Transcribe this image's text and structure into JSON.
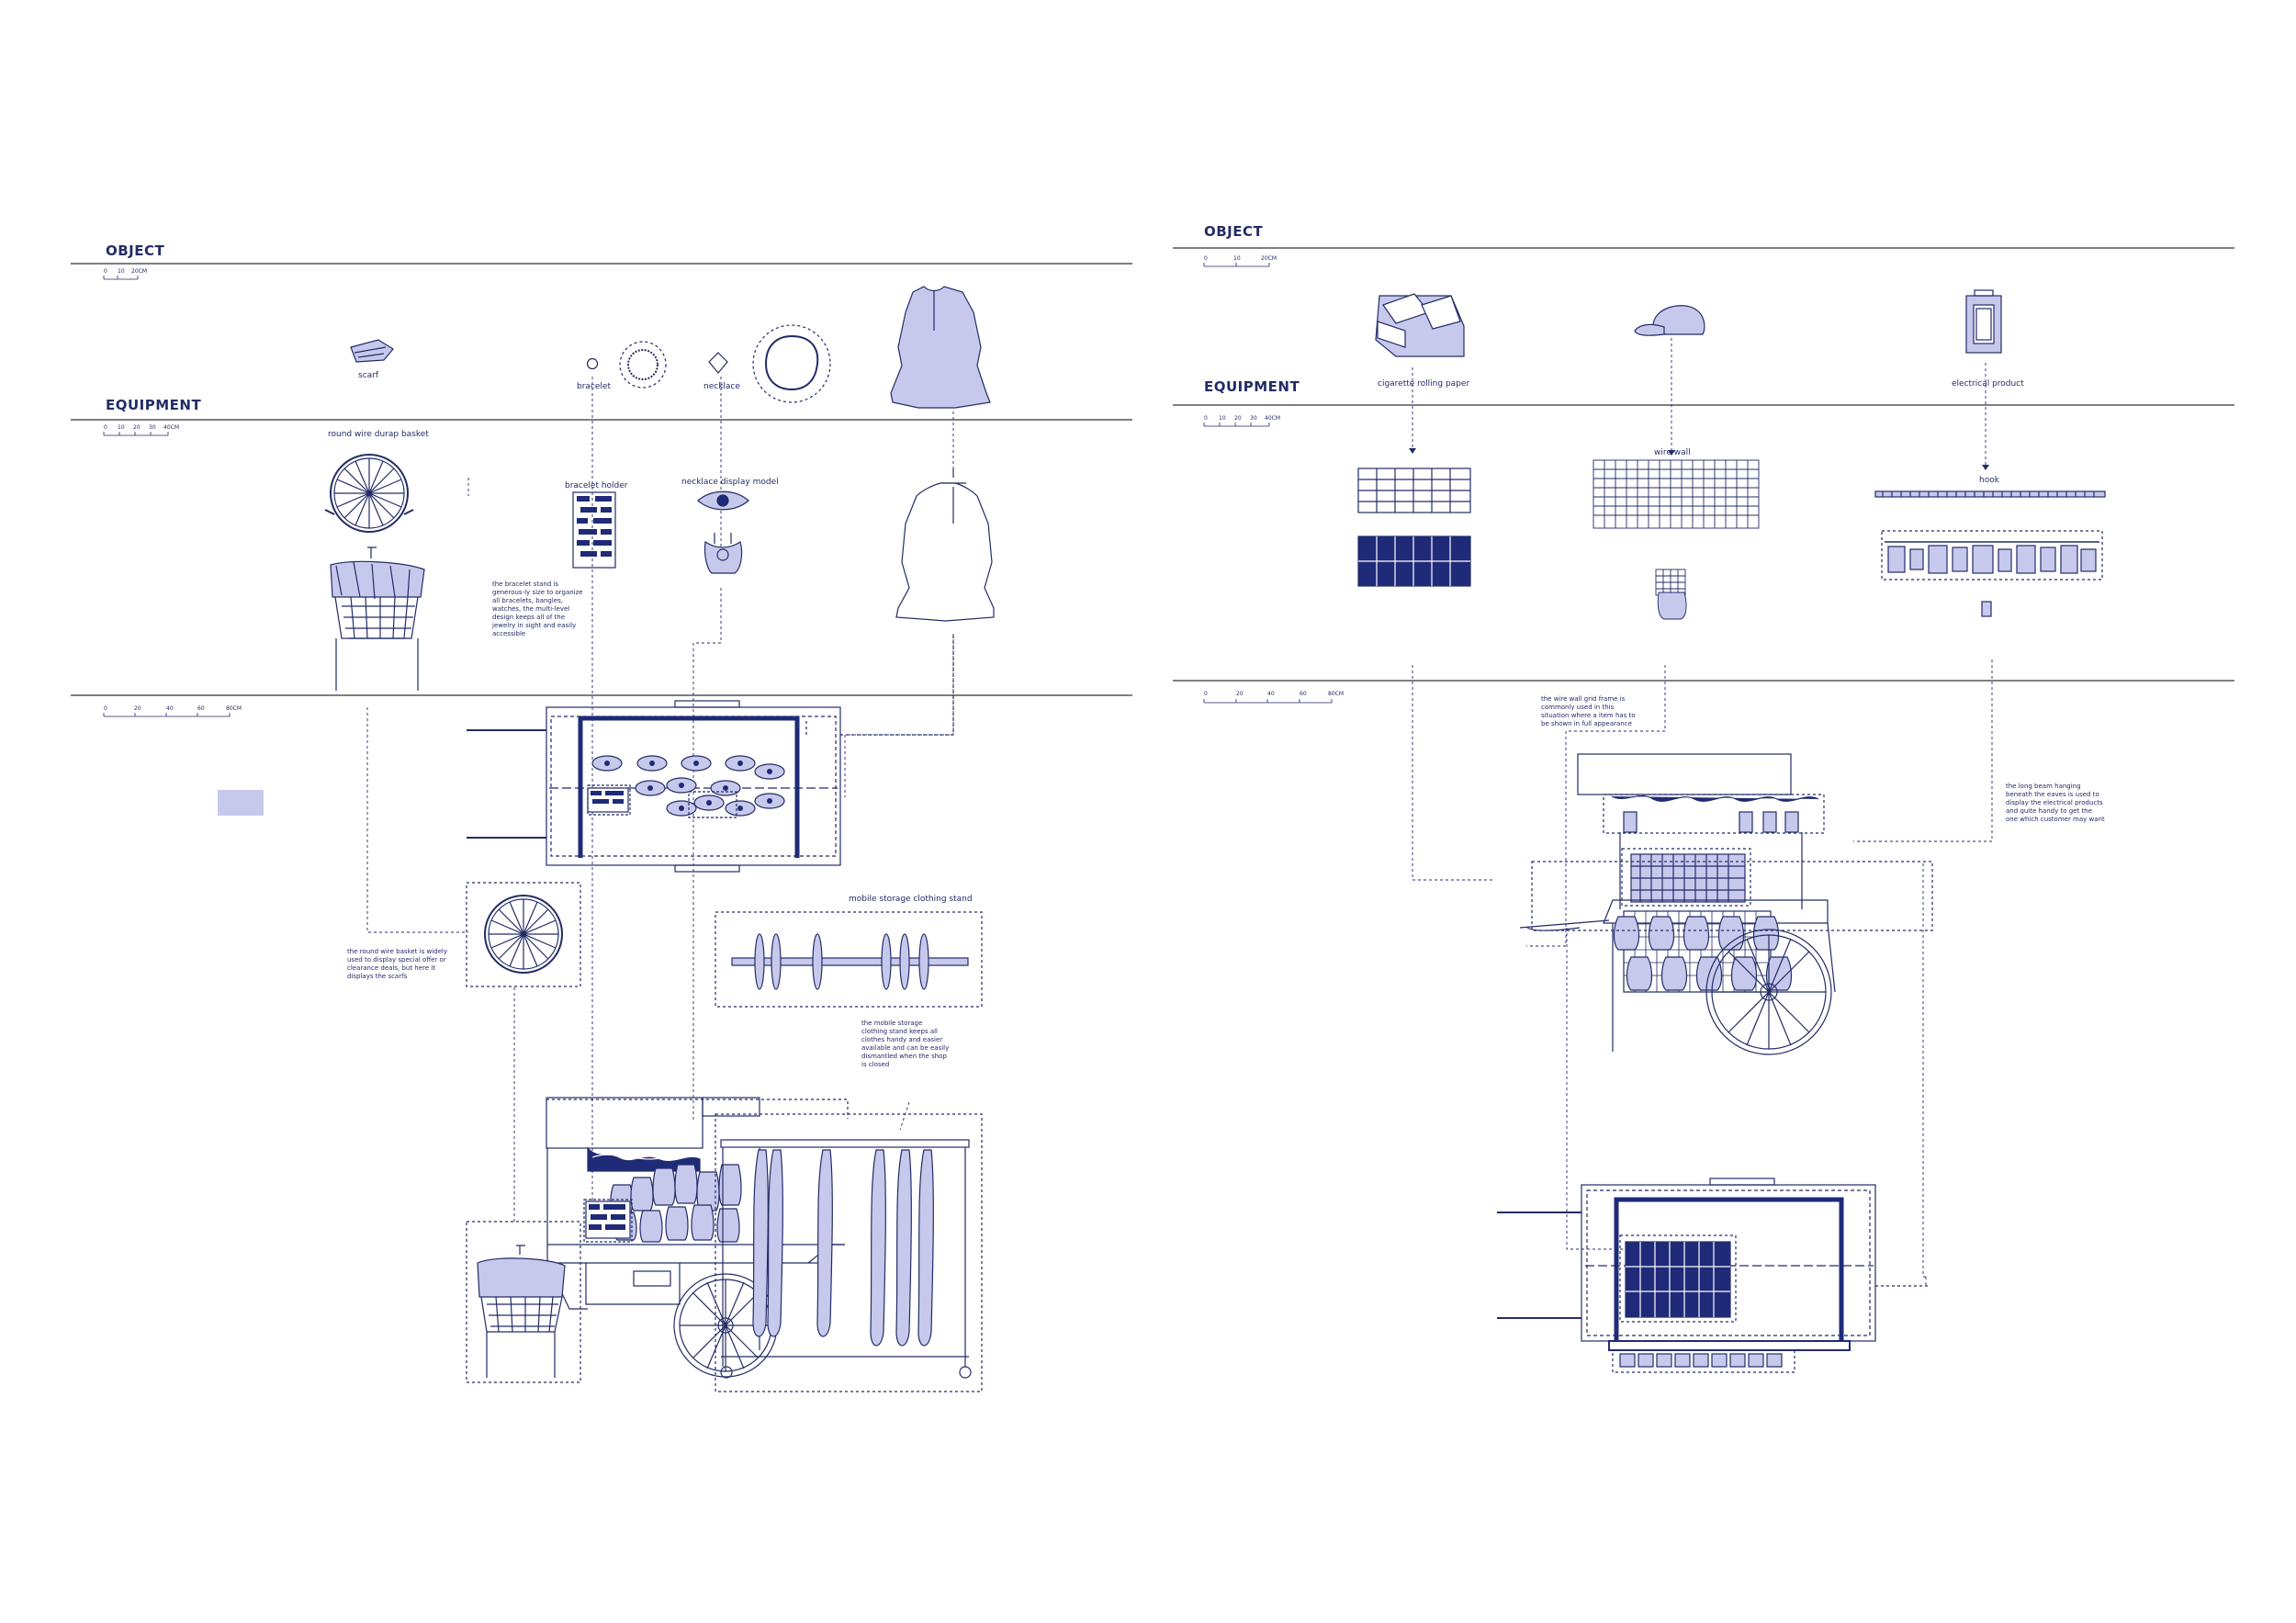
{
  "colors": {
    "line": "#232c66",
    "navy": "#1f2b78",
    "fill": "#c7c9ec",
    "grey": "#555555"
  },
  "left": {
    "object_heading": "OBJECT",
    "equipment_heading": "EQUIPMENT",
    "scale_object": [
      "0",
      "10",
      "20CM"
    ],
    "scale_equipment": [
      "0",
      "10",
      "20",
      "30",
      "40CM"
    ],
    "scale_plan": [
      "0",
      "20",
      "40",
      "60",
      "80CM"
    ],
    "objects": {
      "scarf": "scarf",
      "bracelet": "bracelet",
      "necklace": "necklace"
    },
    "equipment": {
      "basket": "round wire durap basket",
      "bracelet_holder": "bracelet holder",
      "necklace_model": "necklace display model",
      "clothing_stand": "mobile storage clothing stand"
    },
    "notes": {
      "bracelet": "the bracelet stand is generous-ly size to organize all bracelets, bangles, watches, the multi-level design keeps all of the jewelry in sight and easily accessible",
      "basket": "the round wire basket is widely used to display special offer or clearance deals, but here it displays the scarfs",
      "stand": "the mobile storage clothing stand keeps all clothes handy and easier available and can be easily dismantled when the shop is closed"
    }
  },
  "right": {
    "object_heading": "OBJECT",
    "equipment_heading": "EQUIPMENT",
    "scale_object": [
      "0",
      "10",
      "20CM"
    ],
    "scale_equipment": [
      "0",
      "10",
      "20",
      "30",
      "40CM"
    ],
    "scale_plan": [
      "0",
      "20",
      "40",
      "60",
      "80CM"
    ],
    "objects": {
      "paper": "cigarette rolling paper",
      "electrical": "electrical product"
    },
    "equipment": {
      "wire_wall": "wire wall",
      "hook": "hook"
    },
    "notes": {
      "wire": "the wire wall grid frame is commonly used in this situation where a item has to be shown in full appearance",
      "hook": "the long beam hanging beneath the eaves is used to display the electrical products and quite handy to get the one which customer may want"
    }
  }
}
